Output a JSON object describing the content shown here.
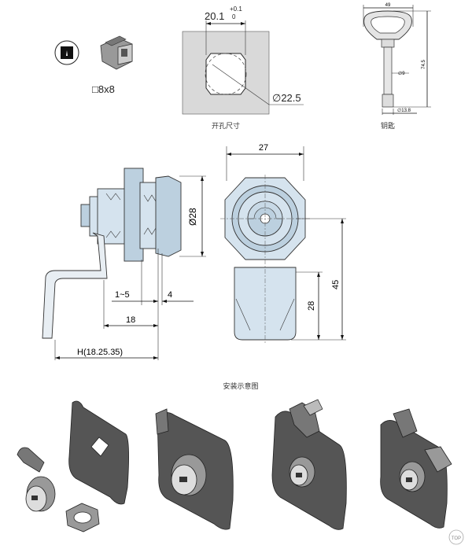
{
  "key_label": "□8x8",
  "cutout": {
    "width_label": "20.1",
    "tol_upper": "+0.1",
    "tol_lower": "0",
    "diameter_label": "∅22.5",
    "caption": "开孔尺寸"
  },
  "key": {
    "width_label": "49",
    "height_label": "74.5",
    "shaft_label": "∅9",
    "tip_label": "∅13.8",
    "caption": "钥匙"
  },
  "side_view": {
    "diameter_label": "Ø28",
    "range_label": "1~5",
    "four_label": "4",
    "eighteen_label": "18",
    "h_label": "H(18.25.35)"
  },
  "front_view": {
    "width_label": "27",
    "cam_label": "28",
    "total_label": "45"
  },
  "install_caption": "安装示意图",
  "top_badge": "TOP"
}
